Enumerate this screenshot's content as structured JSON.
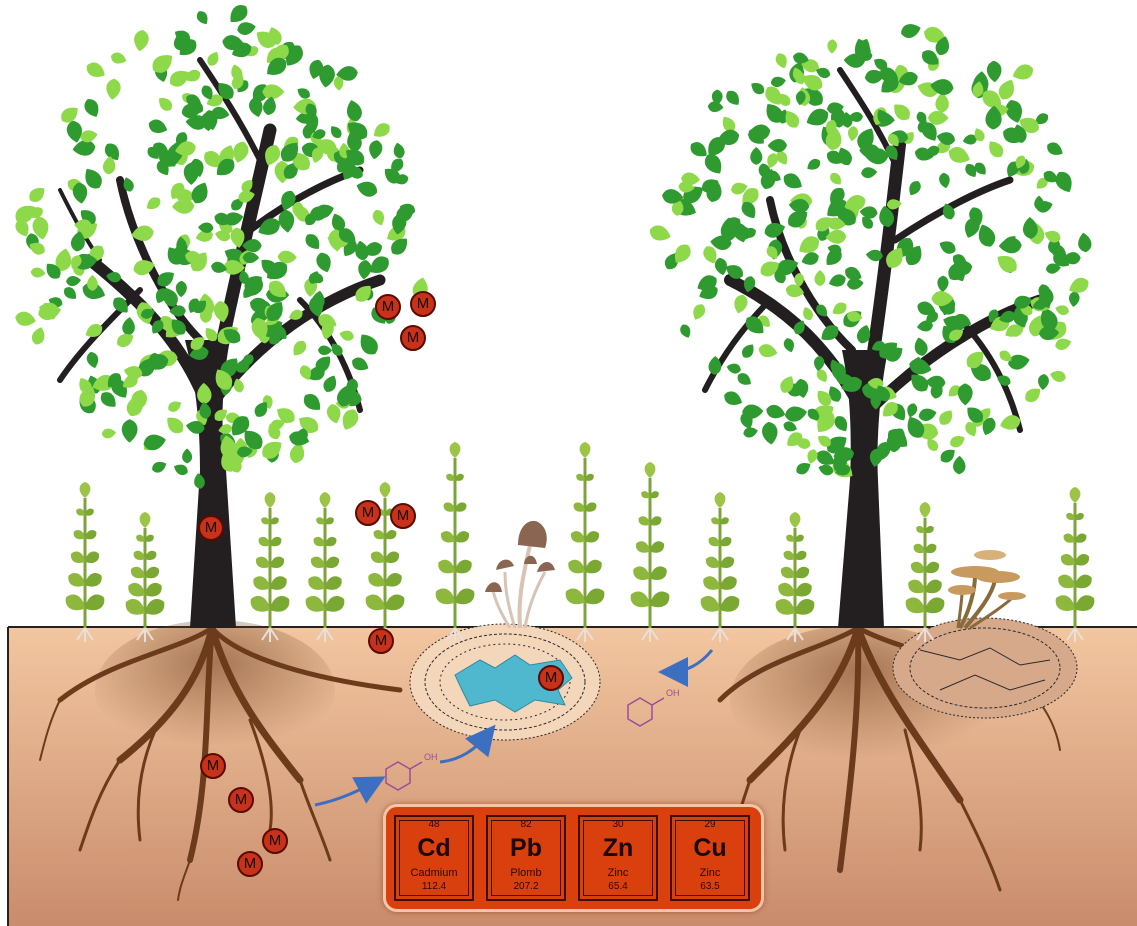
{
  "metal_marker": {
    "label": "M",
    "color": "#c8321a"
  },
  "colors": {
    "sky": "#ffffff",
    "soil_top": "#f2c6a0",
    "soil_bottom": "#c98c6c",
    "trunk": "#231f20",
    "leaf_dark": "#2f9a2f",
    "leaf_light": "#8ed94a",
    "water": "#4fb8cf",
    "element_card": "#d9400e"
  },
  "phenol": {
    "label": "OH"
  },
  "elements": [
    {
      "number": "48",
      "symbol": "Cd",
      "name": "Cadmium",
      "mass": "112.4"
    },
    {
      "number": "82",
      "symbol": "Pb",
      "name": "Plomb",
      "mass": "207.2"
    },
    {
      "number": "30",
      "symbol": "Zn",
      "name": "Zinc",
      "mass": "65.4"
    },
    {
      "number": "29",
      "symbol": "Cu",
      "name": "Zinc",
      "mass": "63.5"
    }
  ]
}
